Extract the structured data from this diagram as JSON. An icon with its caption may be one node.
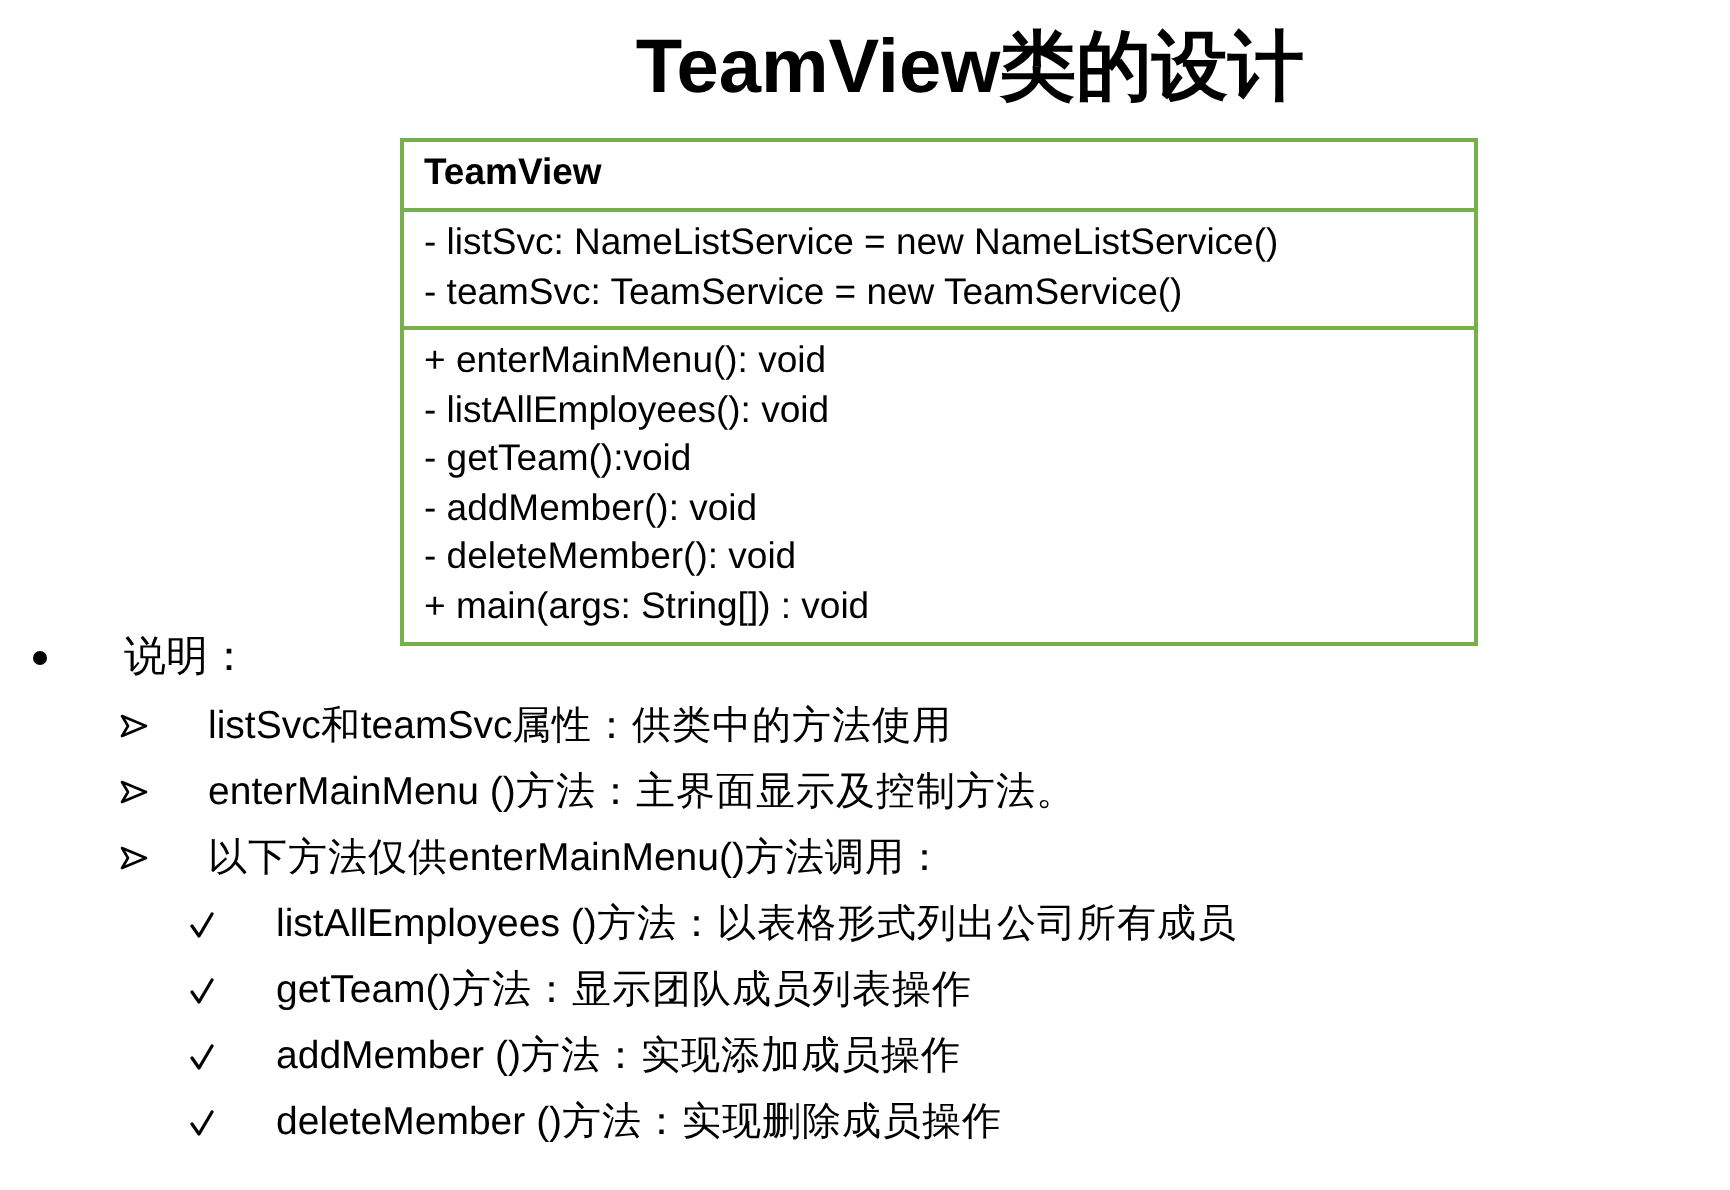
{
  "diagram": {
    "title": "TeamView类的设计",
    "nodes": [
      {
        "text": [
          "TeamView",
          "- listSvc: NameListService = new NameListService()",
          "- teamSvc: TeamService = new TeamService()",
          "+ enterMainMenu(): void",
          "- listAllEmployees(): void",
          "- getTeam():void",
          "- addMember(): void",
          "- deleteMember(): void",
          "+ main(args: String[]) : void"
        ]
      }
    ],
    "edges": [],
    "labels": [
      "说明：",
      "listSvc和teamSvc属性：供类中的方法使用",
      "enterMainMenu ()方法：主界面显示及控制方法。",
      "以下方法仅供enterMainMenu()方法调用：",
      "listAllEmployees ()方法：以表格形式列出公司所有成员",
      "getTeam()方法：显示团队成员列表操作",
      "addMember ()方法：实现添加成员操作",
      "deleteMember ()方法：实现删除成员操作"
    ]
  }
}
